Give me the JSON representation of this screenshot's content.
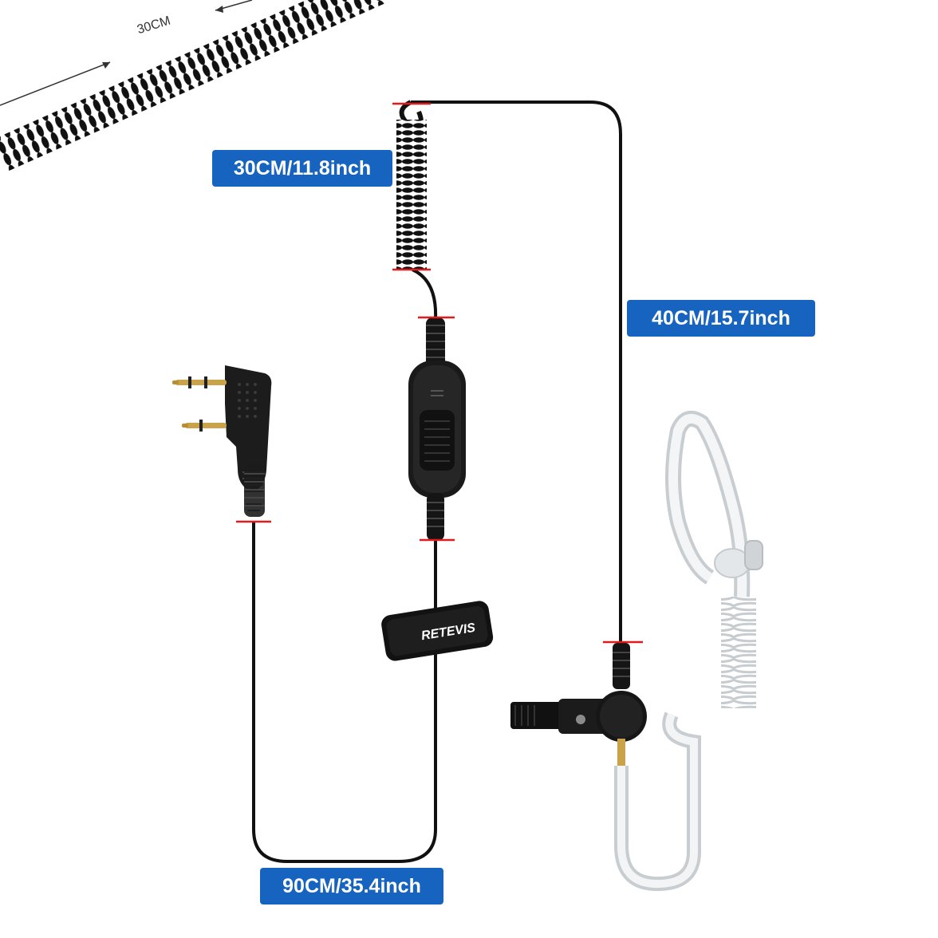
{
  "labels": {
    "coil_length": "30CM/11.8inch",
    "tube_length": "40CM/15.7inch",
    "main_cable_length": "90CM/35.4inch"
  },
  "coil_note": "30CM",
  "clip_brand": "RETEVIS",
  "colors": {
    "label_background": "#1764c0",
    "label_text": "#ffffff",
    "cable": "#111111",
    "measure_mark": "#e11b1b",
    "air_tube": "#d9dde0"
  },
  "icons": {
    "ptt_button": "ptt-button-icon",
    "plug": "k-plug-icon",
    "mic": "mic-icon"
  }
}
